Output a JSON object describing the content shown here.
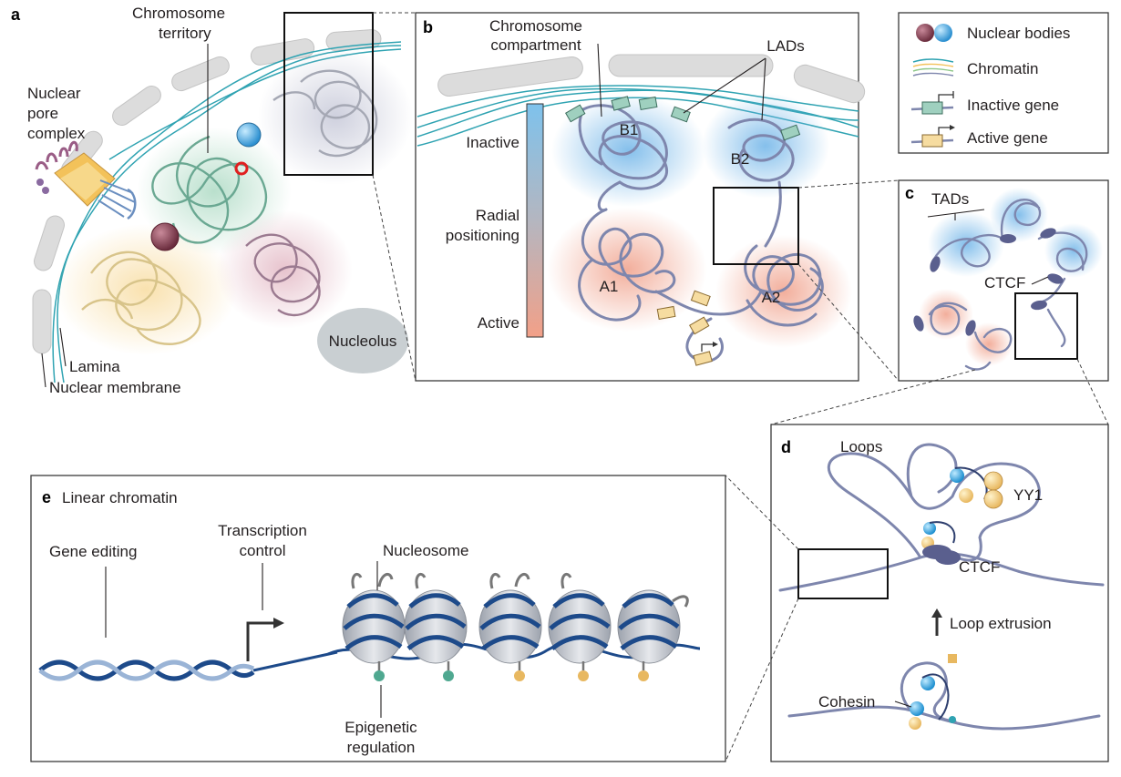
{
  "panels": {
    "a": {
      "letter": "a",
      "labels": {
        "chromosome_territory_1": "Chromosome",
        "chromosome_territory_2": "territory",
        "nuclear_pore_1": "Nuclear",
        "nuclear_pore_2": "pore",
        "nuclear_pore_3": "complex",
        "lamina": "Lamina",
        "nuclear_membrane": "Nuclear membrane",
        "nucleolus": "Nucleolus"
      }
    },
    "b": {
      "letter": "b",
      "labels": {
        "compartment_1": "Chromosome",
        "compartment_2": "compartment",
        "lads": "LADs",
        "inactive": "Inactive",
        "radial_1": "Radial",
        "radial_2": "positioning",
        "active": "Active",
        "b1": "B1",
        "b2": "B2",
        "a1": "A1",
        "a2": "A2"
      }
    },
    "c": {
      "letter": "c",
      "labels": {
        "tads": "TADs",
        "ctcf": "CTCF"
      }
    },
    "d": {
      "letter": "d",
      "labels": {
        "loops": "Loops",
        "yy1": "YY1",
        "ctcf": "CTCF",
        "loop_extrusion": "Loop extrusion",
        "cohesin": "Cohesin"
      }
    },
    "e": {
      "letter": "e",
      "title": "Linear chromatin",
      "labels": {
        "gene_editing": "Gene editing",
        "transcription_1": "Transcription",
        "transcription_2": "control",
        "nucleosome": "Nucleosome",
        "epigenetic_1": "Epigenetic",
        "epigenetic_2": "regulation"
      }
    }
  },
  "legend": {
    "items": [
      {
        "icon": "nuclear-bodies-icon",
        "label": "Nuclear bodies"
      },
      {
        "icon": "chromatin-icon",
        "label": "Chromatin"
      },
      {
        "icon": "inactive-gene-icon",
        "label": "Inactive gene"
      },
      {
        "icon": "active-gene-icon",
        "label": "Active gene"
      }
    ]
  },
  "colors": {
    "fiber": "#7e86ad",
    "inactive_blue": "#6fb4e8",
    "active_red": "#f0a08a",
    "inactive_gene": "#9fd0bf",
    "active_gene": "#f6dca0",
    "lamina": "#2fa3b2",
    "nucleolus": "#c9cfd2",
    "dna": "#1d4a8a"
  }
}
